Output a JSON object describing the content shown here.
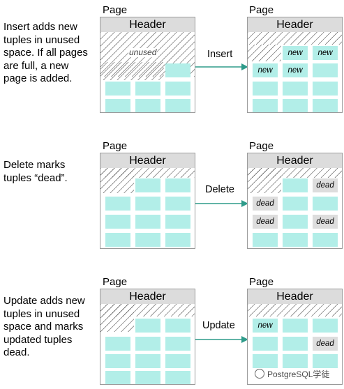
{
  "rows": [
    {
      "description": "Insert adds new tuples in unused space. If all pages are full, a new page is added.",
      "action": "Insert",
      "before": {
        "page_label": "Page",
        "header_label": "Header",
        "unused_label": "unused",
        "cells": [
          [
            "",
            "",
            "",
            ""
          ],
          [
            "",
            "",
            "",
            ""
          ]
        ]
      },
      "after": {
        "page_label": "Page",
        "header_label": "Header",
        "cells": [
          [
            "new",
            "new",
            ""
          ],
          [
            "new",
            "new",
            ""
          ]
        ]
      }
    },
    {
      "description": "Delete marks tuples “dead”.",
      "action": "Delete",
      "before": {
        "page_label": "Page",
        "header_label": "Header"
      },
      "after": {
        "page_label": "Page",
        "header_label": "Header",
        "dead_label": "dead"
      }
    },
    {
      "description": "Update adds new tuples in unused space and marks updated tuples dead.",
      "action": "Update",
      "before": {
        "page_label": "Page",
        "header_label": "Header"
      },
      "after": {
        "page_label": "Page",
        "header_label": "Header",
        "new_label": "new",
        "dead_label": "dead"
      }
    }
  ],
  "watermark": "PostgreSQL学徒",
  "colors": {
    "tuple": "#b2eee8",
    "dead": "#dddddd",
    "header": "#dcdcdc",
    "arrow": "#2e9b8a"
  }
}
